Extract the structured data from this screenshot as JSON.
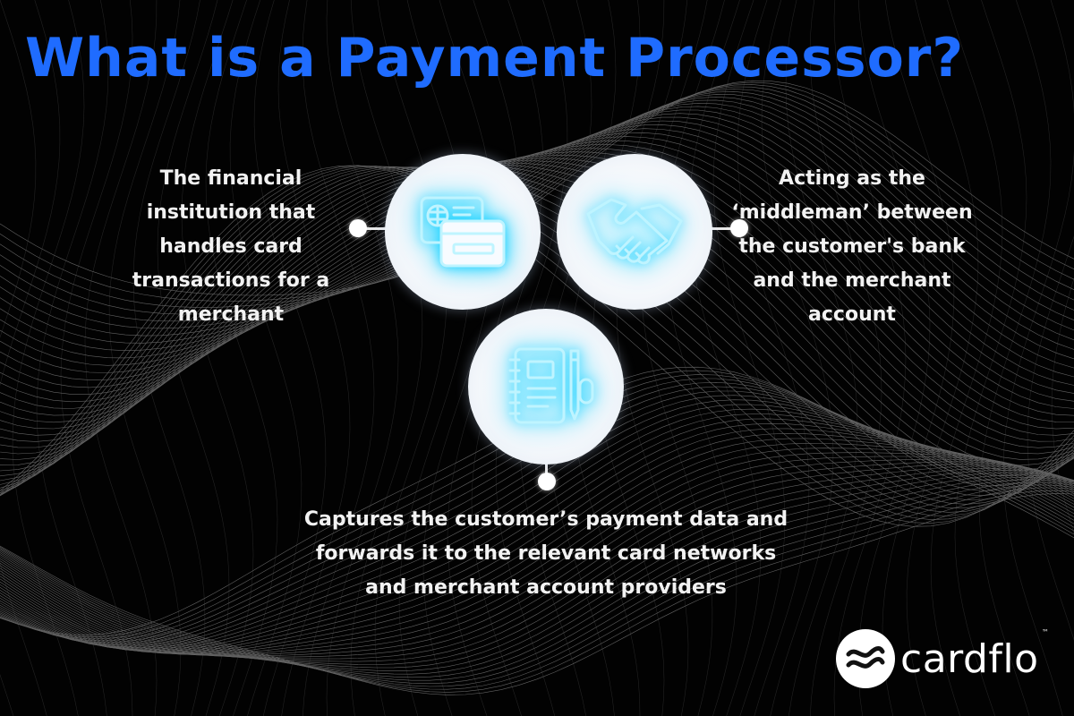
{
  "title": "What is a Payment Processor?",
  "colors": {
    "title": "#1f6cff",
    "glow": "#2ad4ff",
    "background": "#000000"
  },
  "items": [
    {
      "icon": "credit-card-icon",
      "text": "The financial institution that handles card transactions for a merchant"
    },
    {
      "icon": "handshake-icon",
      "text": "Acting as the ‘middleman’ between the customer's bank and the merchant account"
    },
    {
      "icon": "notebook-pencil-icon",
      "text": "Captures the customer’s payment data and forwards it to the relevant card networks and merchant account providers"
    }
  ],
  "brand": {
    "name": "cardflo",
    "trademark": "™"
  }
}
